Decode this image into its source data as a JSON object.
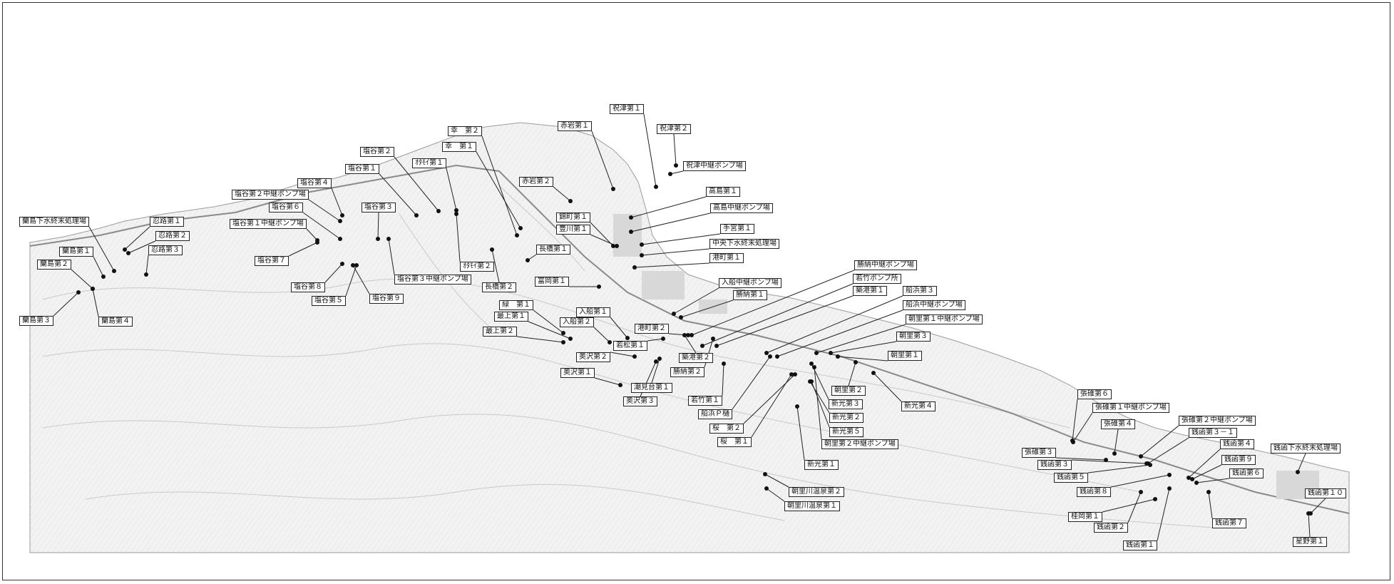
{
  "map": {
    "colors": {
      "frame": "#333333",
      "terrain": "#f3f3f3",
      "contour": "#c8c8c8",
      "sea": "#ffffff",
      "point": "#111111",
      "leader": "#222222"
    },
    "labels": [
      {
        "text": "祝津第１"
      },
      {
        "text": "祝津第２"
      },
      {
        "text": "祝津中継ポンプ場"
      },
      {
        "text": "赤岩第１"
      },
      {
        "text": "赤岩第２"
      },
      {
        "text": "高島第１"
      },
      {
        "text": "高島中継ポンプ場"
      },
      {
        "text": "手宮第１"
      },
      {
        "text": "中央下水終末処理場"
      },
      {
        "text": "港町第１"
      },
      {
        "text": "錦町第１"
      },
      {
        "text": "豊川第１"
      },
      {
        "text": "長橋第１"
      },
      {
        "text": "長橋第２"
      },
      {
        "text": "富岡第１"
      },
      {
        "text": "幸　第２"
      },
      {
        "text": "幸　第１"
      },
      {
        "text": "ｵﾀﾓｲ第１"
      },
      {
        "text": "ｵﾀﾓｲ第２"
      },
      {
        "text": "塩谷第２"
      },
      {
        "text": "塩谷第１"
      },
      {
        "text": "塩谷第４"
      },
      {
        "text": "塩谷第２中継ポンプ場"
      },
      {
        "text": "塩谷第６"
      },
      {
        "text": "塩谷第１中継ポンプ場"
      },
      {
        "text": "塩谷第３"
      },
      {
        "text": "塩谷第３中継ポンプ場"
      },
      {
        "text": "塩谷第７"
      },
      {
        "text": "塩谷第８"
      },
      {
        "text": "塩谷第５"
      },
      {
        "text": "塩谷第９"
      },
      {
        "text": "蘭島下水終末処理場"
      },
      {
        "text": "忍路第１"
      },
      {
        "text": "忍路第２"
      },
      {
        "text": "忍路第３"
      },
      {
        "text": "蘭島第１"
      },
      {
        "text": "蘭島第２"
      },
      {
        "text": "蘭島第３"
      },
      {
        "text": "蘭島第４"
      },
      {
        "text": "勝納中継ポンプ場"
      },
      {
        "text": "若竹ポンプ所"
      },
      {
        "text": "築港第１"
      },
      {
        "text": "船浜第３"
      },
      {
        "text": "船浜中継ポンプ場"
      },
      {
        "text": "朝里第１中継ポンプ場"
      },
      {
        "text": "入船中継ポンプ場"
      },
      {
        "text": "勝納第１"
      },
      {
        "text": "緑　第１"
      },
      {
        "text": "最上第１"
      },
      {
        "text": "最上第２"
      },
      {
        "text": "入船第１"
      },
      {
        "text": "入船第２"
      },
      {
        "text": "港町第２"
      },
      {
        "text": "若松第１"
      },
      {
        "text": "奥沢第２"
      },
      {
        "text": "奥沢第１"
      },
      {
        "text": "築港第２"
      },
      {
        "text": "勝納第２"
      },
      {
        "text": "潮見台第１"
      },
      {
        "text": "奥沢第３"
      },
      {
        "text": "若竹第１"
      },
      {
        "text": "船浜Ｐ樋"
      },
      {
        "text": "桜　第２"
      },
      {
        "text": "桜　第１"
      },
      {
        "text": "朝里第３"
      },
      {
        "text": "朝里第１"
      },
      {
        "text": "朝里第２"
      },
      {
        "text": "新光第３"
      },
      {
        "text": "新光第４"
      },
      {
        "text": "新光第２"
      },
      {
        "text": "新光第５"
      },
      {
        "text": "朝里第２中継ポンプ場"
      },
      {
        "text": "新光第１"
      },
      {
        "text": "朝里川温泉第２"
      },
      {
        "text": "朝里川温泉第１"
      },
      {
        "text": "張碓第６"
      },
      {
        "text": "張碓第１中継ポンプ場"
      },
      {
        "text": "張碓第４"
      },
      {
        "text": "張碓第２中継ポンプ場"
      },
      {
        "text": "銭函第３－１"
      },
      {
        "text": "張碓第３"
      },
      {
        "text": "銭函第３"
      },
      {
        "text": "銭函第４"
      },
      {
        "text": "銭函第９"
      },
      {
        "text": "銭函第５"
      },
      {
        "text": "銭函第６"
      },
      {
        "text": "銭函第８"
      },
      {
        "text": "銭函下水終末処理場"
      },
      {
        "text": "銭函第１０"
      },
      {
        "text": "桂岡第１"
      },
      {
        "text": "銭函第２"
      },
      {
        "text": "銭函第７"
      },
      {
        "text": "銭函第１"
      },
      {
        "text": "星野第１"
      }
    ]
  }
}
